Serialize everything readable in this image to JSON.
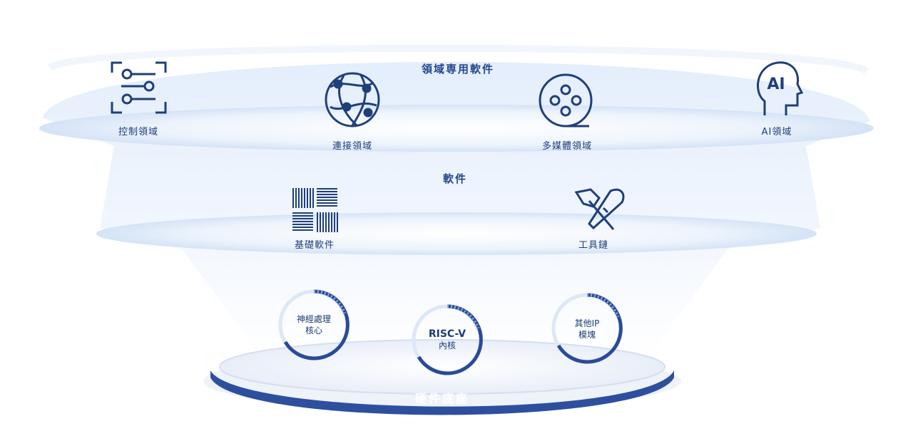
{
  "domain_layer": {
    "title": "領域専用軟件",
    "items": [
      {
        "label": "控制領域",
        "icon": "control-sliders-icon"
      },
      {
        "label": "連接領域",
        "icon": "network-globe-icon"
      },
      {
        "label": "多媒體領域",
        "icon": "film-reel-icon"
      },
      {
        "label": "AI領域",
        "icon": "ai-head-icon",
        "icon_text": "AI"
      }
    ]
  },
  "software_layer": {
    "title": "軟件",
    "items": [
      {
        "label": "基礎軟件",
        "icon": "base-grid-icon"
      },
      {
        "label": "工具鏈",
        "icon": "tools-icon"
      }
    ]
  },
  "ip_layer": {
    "items": [
      {
        "line1": "神經處理",
        "line2": "核心",
        "icon": "chip-ring-icon"
      },
      {
        "line1": "RISC-V",
        "line2": "內核",
        "icon": "chip-ring-icon"
      },
      {
        "line1": "其他IP",
        "line2": "模塊",
        "icon": "chip-ring-icon"
      }
    ]
  },
  "base": {
    "label": "硬件底座"
  },
  "colors": {
    "accent": "#2a4a9a",
    "icon": "#1f3f7a",
    "layer": "#dbe8fb",
    "layer_edge": "#cfe0f8"
  }
}
